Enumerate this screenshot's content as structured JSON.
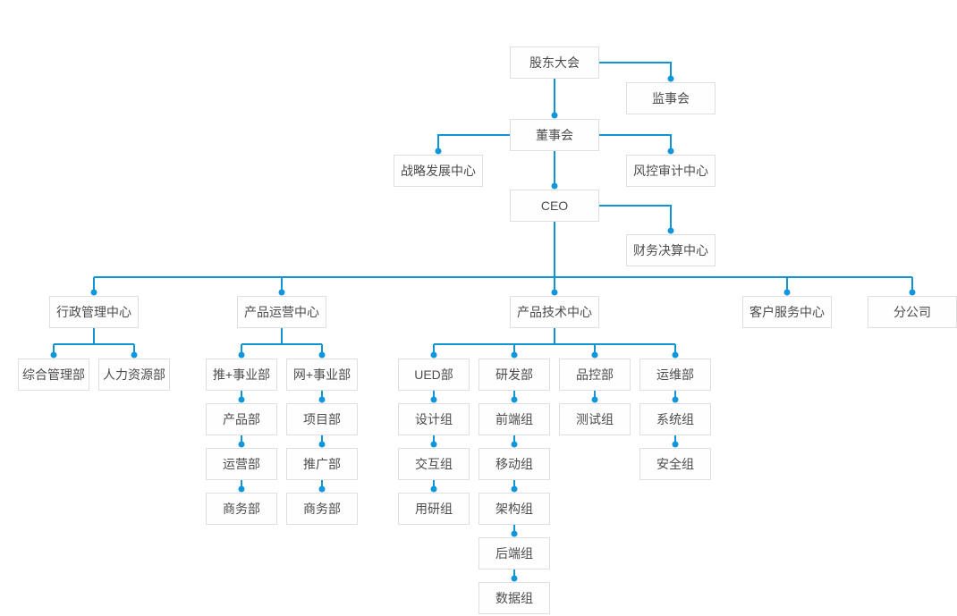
{
  "diagram": {
    "type": "org-chart",
    "background": "#ffffff"
  },
  "colors": {
    "line": "#1094d2",
    "dot": "#1296db",
    "box_border": "#dfdfdf",
    "box_background": "#ffffff",
    "text": "#4c4c4c"
  },
  "nodes": {
    "shareholders": {
      "label": "股东大会"
    },
    "supervisory": {
      "label": "监事会"
    },
    "board": {
      "label": "董事会"
    },
    "strategy": {
      "label": "战略发展中心"
    },
    "risk_audit": {
      "label": "风控审计中心"
    },
    "ceo": {
      "label": "CEO"
    },
    "finance": {
      "label": "财务决算中心"
    },
    "admin_center": {
      "label": "行政管理中心"
    },
    "ops_center": {
      "label": "产品运营中心"
    },
    "tech_center": {
      "label": "产品技术中心"
    },
    "service_center": {
      "label": "客户服务中心"
    },
    "branch": {
      "label": "分公司"
    },
    "general_mgmt": {
      "label": "综合管理部"
    },
    "hr": {
      "label": "人力资源部"
    },
    "tui_div": {
      "label": "推+事业部"
    },
    "wang_div": {
      "label": "网+事业部"
    },
    "product_dept": {
      "label": "产品部"
    },
    "project_dept": {
      "label": "项目部"
    },
    "operations_dept": {
      "label": "运营部"
    },
    "promotion_dept": {
      "label": "推广部"
    },
    "biz_dept_left": {
      "label": "商务部"
    },
    "biz_dept_right": {
      "label": "商务部"
    },
    "ued": {
      "label": "UED部"
    },
    "rnd": {
      "label": "研发部"
    },
    "qc": {
      "label": "品控部"
    },
    "om": {
      "label": "运维部"
    },
    "design": {
      "label": "设计组"
    },
    "interaction": {
      "label": "交互组"
    },
    "user_research": {
      "label": "用研组"
    },
    "frontend": {
      "label": "前端组"
    },
    "mobile": {
      "label": "移动组"
    },
    "architecture": {
      "label": "架构组"
    },
    "backend": {
      "label": "后端组"
    },
    "data_team": {
      "label": "数据组"
    },
    "testing": {
      "label": "测试组"
    },
    "system": {
      "label": "系统组"
    },
    "security": {
      "label": "安全组"
    }
  },
  "edges": [
    [
      "shareholders",
      "supervisory"
    ],
    [
      "shareholders",
      "board"
    ],
    [
      "board",
      "strategy"
    ],
    [
      "board",
      "risk_audit"
    ],
    [
      "board",
      "ceo"
    ],
    [
      "ceo",
      "finance"
    ],
    [
      "ceo",
      "admin_center"
    ],
    [
      "ceo",
      "ops_center"
    ],
    [
      "ceo",
      "tech_center"
    ],
    [
      "ceo",
      "service_center"
    ],
    [
      "ceo",
      "branch"
    ],
    [
      "admin_center",
      "general_mgmt"
    ],
    [
      "admin_center",
      "hr"
    ],
    [
      "ops_center",
      "tui_div"
    ],
    [
      "ops_center",
      "wang_div"
    ],
    [
      "tui_div",
      "product_dept"
    ],
    [
      "product_dept",
      "operations_dept"
    ],
    [
      "operations_dept",
      "biz_dept_left"
    ],
    [
      "wang_div",
      "project_dept"
    ],
    [
      "project_dept",
      "promotion_dept"
    ],
    [
      "promotion_dept",
      "biz_dept_right"
    ],
    [
      "tech_center",
      "ued"
    ],
    [
      "tech_center",
      "rnd"
    ],
    [
      "tech_center",
      "qc"
    ],
    [
      "tech_center",
      "om"
    ],
    [
      "ued",
      "design"
    ],
    [
      "design",
      "interaction"
    ],
    [
      "interaction",
      "user_research"
    ],
    [
      "rnd",
      "frontend"
    ],
    [
      "frontend",
      "mobile"
    ],
    [
      "mobile",
      "architecture"
    ],
    [
      "architecture",
      "backend"
    ],
    [
      "backend",
      "data_team"
    ],
    [
      "qc",
      "testing"
    ],
    [
      "om",
      "system"
    ],
    [
      "system",
      "security"
    ]
  ]
}
